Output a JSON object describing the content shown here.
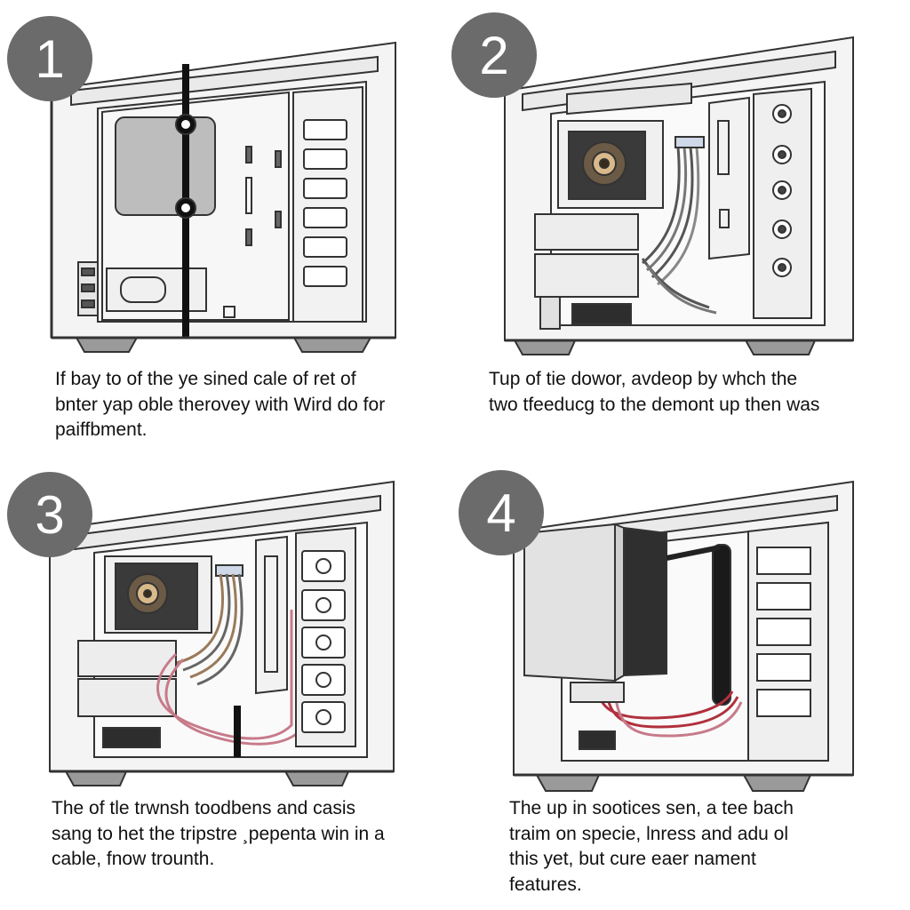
{
  "steps": [
    {
      "number": "1",
      "caption_lines": [
        "If bay to of the ye sined cale of ret of",
        "bnter yap oble therovey with Wird do for",
        "paiffbment."
      ]
    },
    {
      "number": "2",
      "caption_lines": [
        "Tup of tie dowor, avdeop by whch the",
        "two tfeeducg to the demont up then was"
      ]
    },
    {
      "number": "3",
      "caption_lines": [
        "The of tle trwnsh toodbens and casis",
        "sang to het the tripstre ¸pepenta win in a",
        "cable, fnow trounth."
      ]
    },
    {
      "number": "4",
      "caption_lines": [
        "The up in sootices sen, a tee bach",
        "traim on specie, lnress and adu ol",
        "this yet, but cure eaer nament",
        "features."
      ]
    }
  ],
  "colors": {
    "badge": "#6b6b6b",
    "line": "#333333",
    "case_fill": "#f4f4f4",
    "panel_fill": "#e2e2e2",
    "cable_pink": "#c77a8a",
    "cable_red": "#b0303c"
  }
}
